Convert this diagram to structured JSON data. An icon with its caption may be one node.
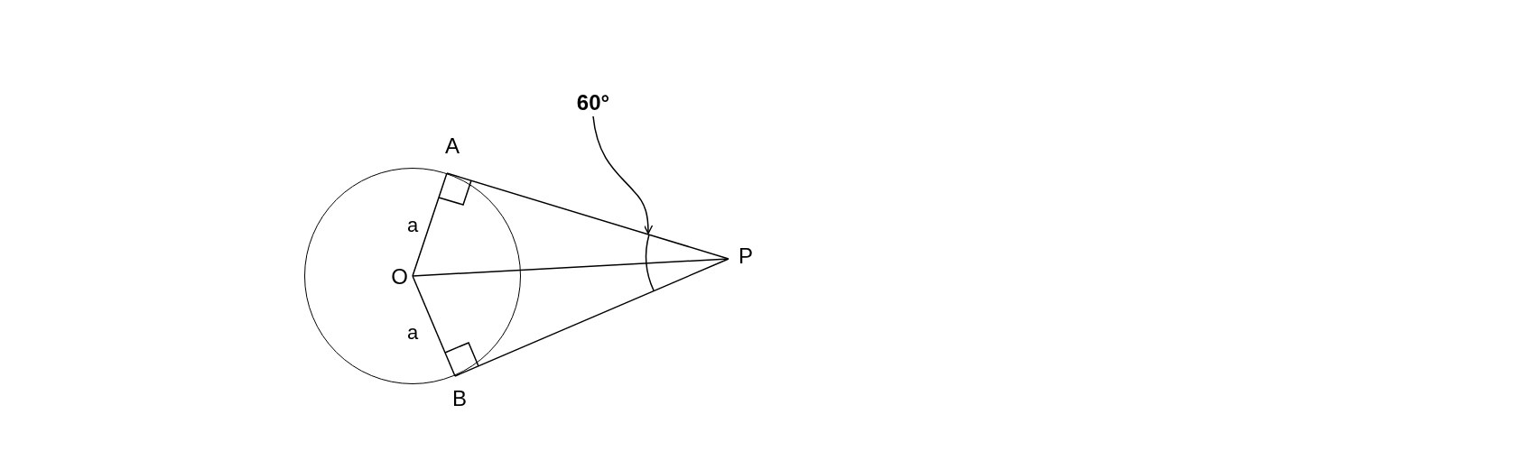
{
  "diagram": {
    "nodes": [
      {
        "text": [],
        "shape": "circle"
      },
      {
        "text": [
          "O"
        ],
        "in": 0
      },
      {
        "text": [
          "A"
        ]
      },
      {
        "text": [
          "B"
        ]
      },
      {
        "text": [
          "P"
        ]
      },
      {
        "text": [
          "60°"
        ]
      },
      {
        "text": [],
        "shape": "arc"
      }
    ],
    "edges": [
      {
        "from": 1,
        "to": 2,
        "arrow": "none",
        "label": "a"
      },
      {
        "from": 1,
        "to": 3,
        "arrow": "none",
        "label": "a"
      },
      {
        "from": 1,
        "to": 4,
        "arrow": "none"
      },
      {
        "from": 2,
        "to": 4,
        "arrow": "none"
      },
      {
        "from": 3,
        "to": 4,
        "arrow": "none"
      },
      {
        "from": 5,
        "to": 6,
        "arrow": "to"
      }
    ]
  }
}
